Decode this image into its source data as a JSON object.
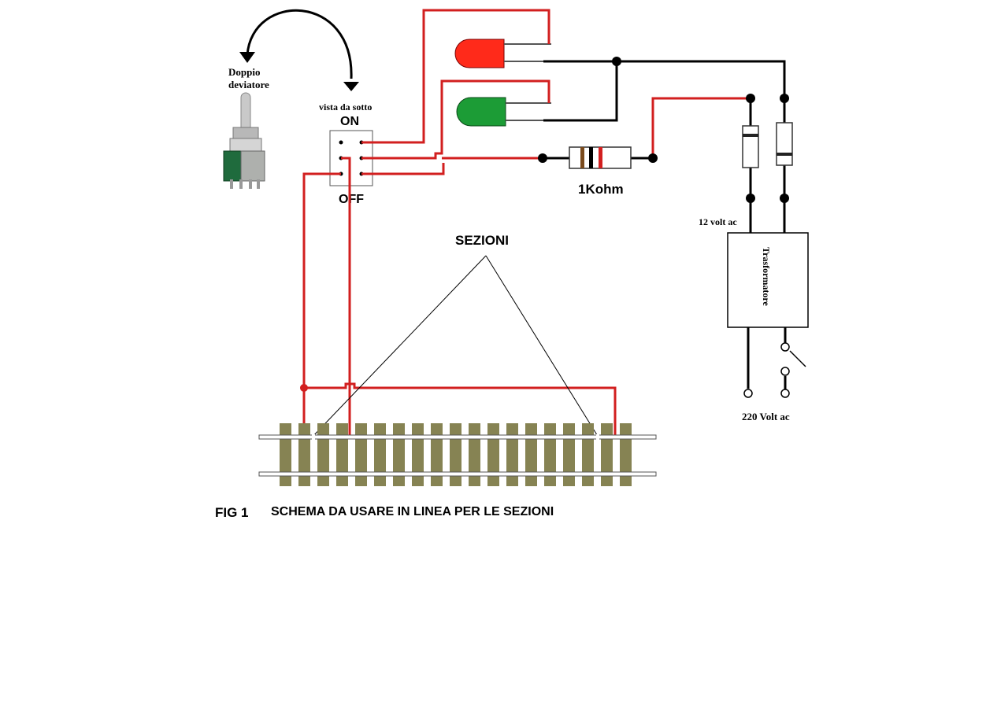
{
  "diagram": {
    "switch": {
      "name": "Doppio deviatore",
      "name_line1": "Doppio",
      "name_line2": "deviatore",
      "view_note": "vista da sotto",
      "on_label": "ON",
      "off_label": "OFF"
    },
    "resistor_label": "1Kohm",
    "sections_label": "SEZIONI",
    "transformer": {
      "label": "Trasformatore",
      "low_voltage_label": "12 volt ac",
      "mains_label": "220 Volt ac"
    },
    "leds": [
      "red-led",
      "green-led"
    ],
    "figure_number": "FIG 1",
    "caption": "SCHEMA DA USARE IN LINEA PER LE SEZIONI"
  },
  "colors": {
    "wire_red": "#d21f1f",
    "wire_black": "#000000",
    "led_red": "#ff2a1a",
    "led_green": "#1c9c36",
    "tie": "#868353",
    "switch_body": "#1f6b3d"
  }
}
